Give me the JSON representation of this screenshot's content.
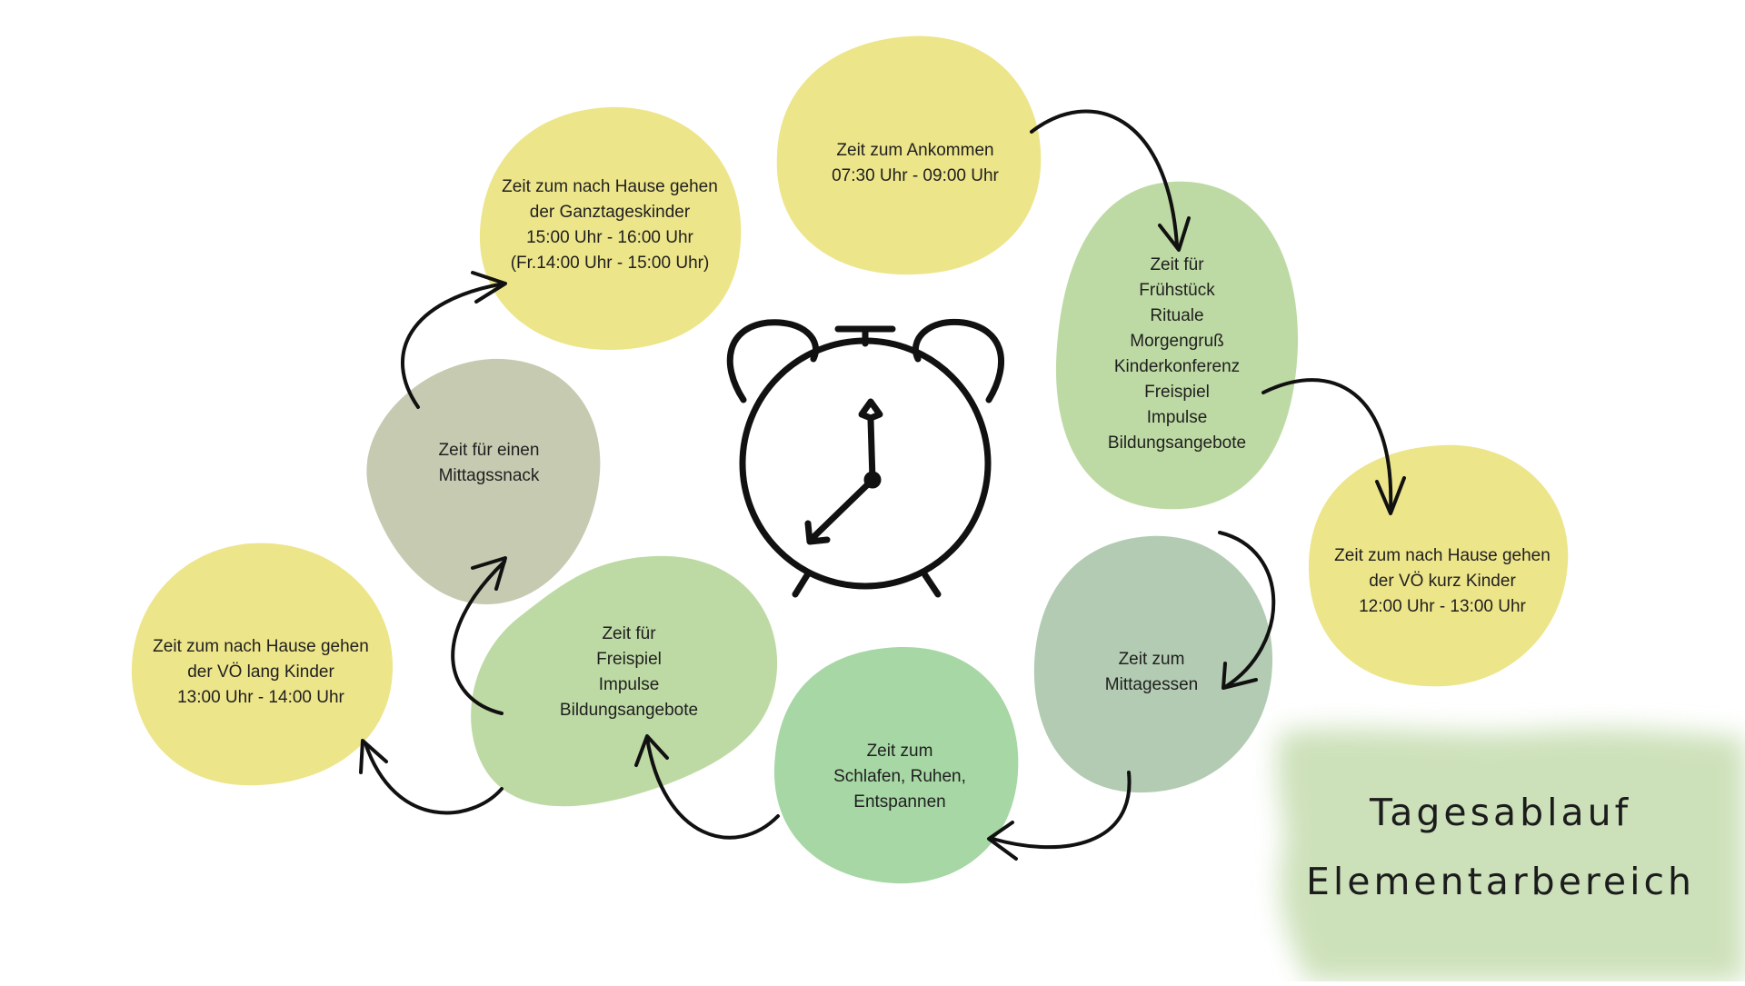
{
  "colors": {
    "yellow": "#ede58a",
    "green_light": "#bedaa4",
    "green_mid": "#b2cbb2",
    "green_bright": "#a6d7a4",
    "gray_green": "#c6cab1",
    "wash": "#c4dcae",
    "ink": "#111111"
  },
  "stages": [
    {
      "lines": [
        "Zeit zum Ankommen",
        "07:30 Uhr - 09:00 Uhr"
      ]
    },
    {
      "lines": [
        "Zeit für",
        "Frühstück",
        "Rituale",
        "Morgengruß",
        "Kinderkonferenz",
        "Freispiel",
        "Impulse",
        "Bildungsangebote"
      ]
    },
    {
      "lines": [
        "Zeit zum nach Hause gehen",
        "der VÖ kurz Kinder",
        "12:00 Uhr - 13:00 Uhr"
      ]
    },
    {
      "lines": [
        "Zeit zum",
        "Mittagessen"
      ]
    },
    {
      "lines": [
        "Zeit zum",
        "Schlafen, Ruhen,",
        "Entspannen"
      ]
    },
    {
      "lines": [
        "Zeit für",
        "Freispiel",
        "Impulse",
        "Bildungsangebote"
      ]
    },
    {
      "lines": [
        "Zeit zum nach Hause gehen",
        "der VÖ lang Kinder",
        "13:00 Uhr - 14:00 Uhr"
      ]
    },
    {
      "lines": [
        "Zeit für einen",
        "Mittagssnack"
      ]
    },
    {
      "lines": [
        "Zeit zum nach Hause gehen",
        "der Ganztageskinder",
        "15:00 Uhr - 16:00 Uhr",
        "(Fr.14:00 Uhr - 15:00 Uhr)"
      ]
    }
  ],
  "title": {
    "line1": "Tagesablauf",
    "line2": "Elementarbereich"
  }
}
